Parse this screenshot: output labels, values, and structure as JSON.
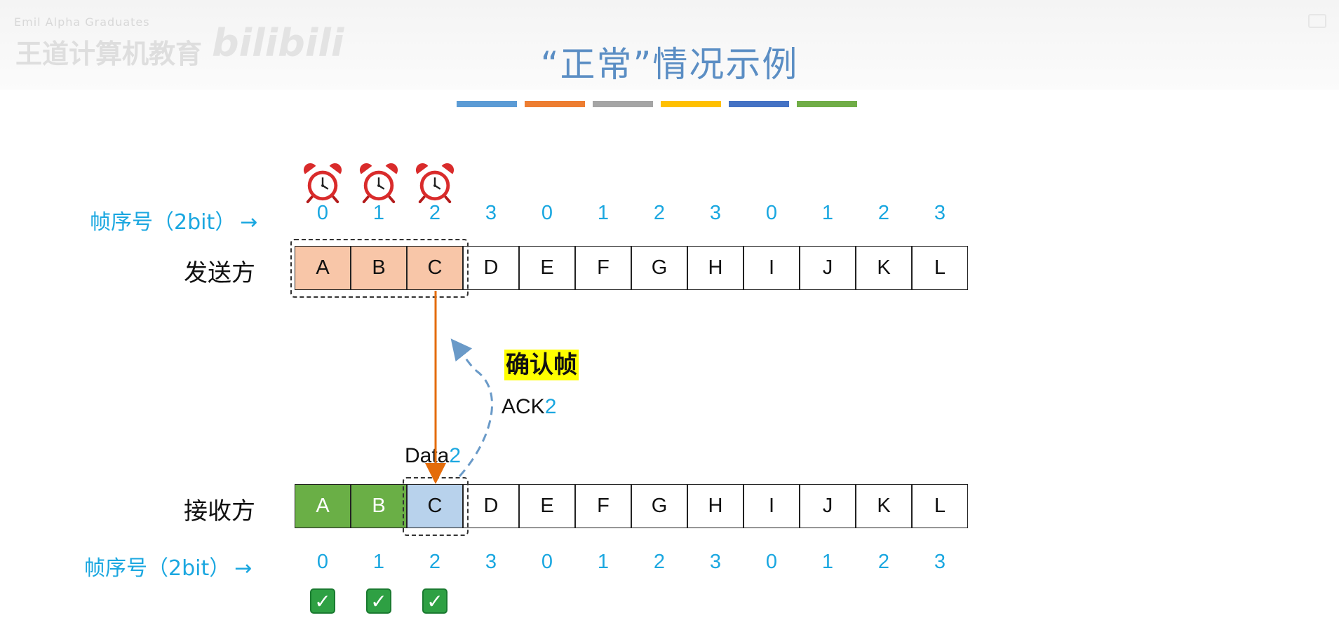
{
  "watermark": {
    "top_text": "Emil Alpha Graduates",
    "main_text": "王道计算机教育",
    "brand": "bilibili"
  },
  "title": "“正常”情况示例",
  "colors": {
    "title": "#5b8ec4",
    "seq": "#1aa7e0",
    "sender_window": "#f8c6a8",
    "received_ok": "#6aaf46",
    "receiver_window": "#b8d2ec",
    "data_arrow": "#e46c0a",
    "ack_arrow": "#6a9ac8",
    "legend_bars": [
      "#5b9bd5",
      "#ed7d31",
      "#a5a5a5",
      "#ffc000",
      "#4472c4",
      "#70ad47"
    ]
  },
  "seq_label": "帧序号（2bit）",
  "sequence_numbers": [
    "0",
    "1",
    "2",
    "3",
    "0",
    "1",
    "2",
    "3",
    "0",
    "1",
    "2",
    "3"
  ],
  "frames": [
    "A",
    "B",
    "C",
    "D",
    "E",
    "F",
    "G",
    "H",
    "I",
    "J",
    "K",
    "L"
  ],
  "sender": {
    "label": "发送方",
    "window": [
      "A",
      "B",
      "C"
    ],
    "timers": [
      "alarm-clock-icon",
      "alarm-clock-icon",
      "alarm-clock-icon"
    ]
  },
  "receiver": {
    "label": "接收方",
    "received": [
      "A",
      "B"
    ],
    "window": [
      "C"
    ],
    "acked": [
      "check-icon",
      "check-icon",
      "check-icon"
    ]
  },
  "confirm_label": "确认帧",
  "ack_text": "ACK",
  "ack_num": "2",
  "data_text": "Data",
  "data_num": "2"
}
